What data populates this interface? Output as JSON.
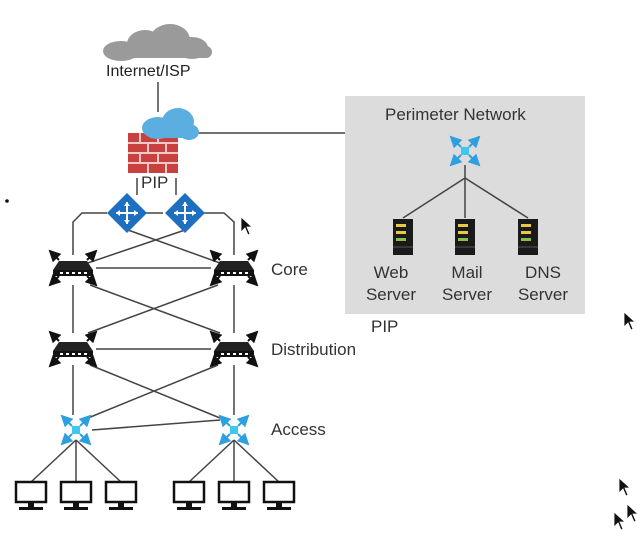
{
  "labels": {
    "internet": "Internet/ISP",
    "pip_top": "PIP",
    "perimeter_title": "Perimeter Network",
    "web_server": "Web Server",
    "mail_server": "Mail Server",
    "dns_server": "DNS Server",
    "pip_bottom": "PIP",
    "core": "Core",
    "distribution": "Distribution",
    "access": "Access"
  },
  "icons": {
    "cloud": "cloud-icon",
    "firewall": "firewall-icon",
    "router": "router-icon",
    "switch": "switch-icon",
    "hub": "hub-icon",
    "server": "server-icon",
    "computer": "computer-icon",
    "cursor": "cursor-icon"
  },
  "colors": {
    "cloud_gray": "#9a9a9a",
    "cloud_blue": "#5aaee0",
    "firewall_red": "#c8413e",
    "router_blue": "#1f6fc0",
    "hub_cyan": "#2ea0e0",
    "perimeter_bg": "#dcdcdc",
    "device_dark": "#1a1a1a"
  }
}
